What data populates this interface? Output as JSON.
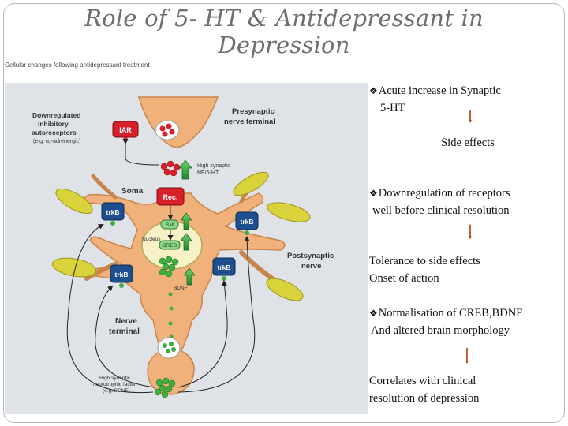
{
  "slide": {
    "title_line1": "Role of 5- HT & Antidepressant in",
    "title_line2": "Depression"
  },
  "figure": {
    "caption": "Cellular changes following antidepressant treatment",
    "labels": {
      "downregulated": "Downregulated",
      "inhibitory": "inhibitory",
      "autoreceptors": "autoreceptors",
      "autoreceptor_example": "(e.g. α₂-adrenergic)",
      "iar": "IAR",
      "presynaptic1": "Presynaptic",
      "presynaptic2": "nerve terminal",
      "high_synaptic1": "High synaptic",
      "high_synaptic2": "NE/5-HT",
      "soma": "Soma",
      "rec": "Rec.",
      "sm": "SM",
      "creb": "CREB",
      "nucleus": "Nucleus",
      "bdnf": "BDNF",
      "trkb": "trkB",
      "postsynaptic1": "Postsynaptic",
      "postsynaptic2": "nerve",
      "nerve_terminal1": "Nerve",
      "nerve_terminal2": "terminal",
      "neurotrophic1": "High synaptic",
      "neurotrophic2": "neurotrophic factor",
      "neurotrophic3": "(e.g. BDNF)"
    }
  },
  "notes": {
    "acute_1": "Acute increase in Synaptic",
    "acute_2": "5-HT",
    "side_effects": "Side effects",
    "downreg_1": "Downregulation of receptors",
    "downreg_2": "well before clinical resolution",
    "tolerance_1": "Tolerance to side effects",
    "tolerance_2": "Onset of action",
    "normal_1": "Normalisation of CREB,BDNF",
    "normal_2": "And altered brain morphology",
    "correlates_1": "Correlates with clinical",
    "correlates_2": "resolution of depression",
    "bullet_glyph": "❖"
  },
  "colors": {
    "neuron_fill": "#f0b27a",
    "neuron_stroke": "#c8864c",
    "diagram_bg": "#dfe3e8",
    "receptor_red": "#d8202a",
    "trkb_blue": "#1d4f8e",
    "green_dot": "#3fae3f",
    "glia_yellow": "#d9d23a",
    "arrow_brown": "#b5431c",
    "title_grey": "#6e6e6e"
  }
}
